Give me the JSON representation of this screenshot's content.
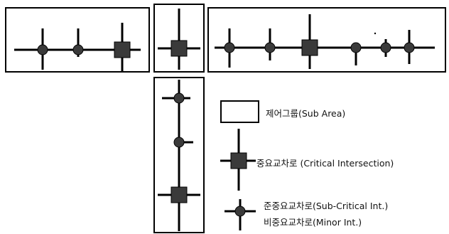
{
  "legend": {
    "sub_area": "제어그룹(Sub Area)",
    "critical": "중요교차로 (Critical Intersection)",
    "sub_critical": "준중요교차로(Sub-Critical Int.)",
    "minor": "비중요교차로(Minor Int.)"
  },
  "colors": {
    "road": "#000000",
    "node_fill": "#3a3a3a",
    "border": "#000000",
    "background": "#ffffff"
  },
  "sub_areas": [
    {
      "id": "sub-area-1",
      "intersections": [
        {
          "type": "sub-critical"
        },
        {
          "type": "sub-critical"
        },
        {
          "type": "critical"
        }
      ]
    },
    {
      "id": "sub-area-2",
      "intersections": [
        {
          "type": "critical"
        }
      ]
    },
    {
      "id": "sub-area-3",
      "intersections": [
        {
          "type": "sub-critical"
        },
        {
          "type": "sub-critical"
        },
        {
          "type": "critical"
        },
        {
          "type": "minor"
        },
        {
          "type": "minor"
        },
        {
          "type": "minor"
        }
      ]
    },
    {
      "id": "sub-area-4",
      "intersections": [
        {
          "type": "minor"
        },
        {
          "type": "minor"
        },
        {
          "type": "critical"
        }
      ]
    }
  ]
}
